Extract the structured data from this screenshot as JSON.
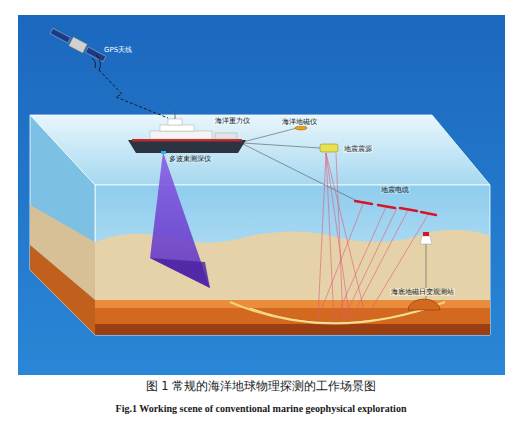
{
  "diagram": {
    "caption": "图 1 常规的海洋地球物理探测的工作场景图",
    "labels": [
      "GPS天线",
      "海洋重力仪",
      "海洋地磁仪",
      "多波束测深仪",
      "地震震源",
      "地震电缆",
      "海底地磁日变观测站",
      "Fig.1 Working scene of conventional marine geophysical exploration"
    ]
  }
}
